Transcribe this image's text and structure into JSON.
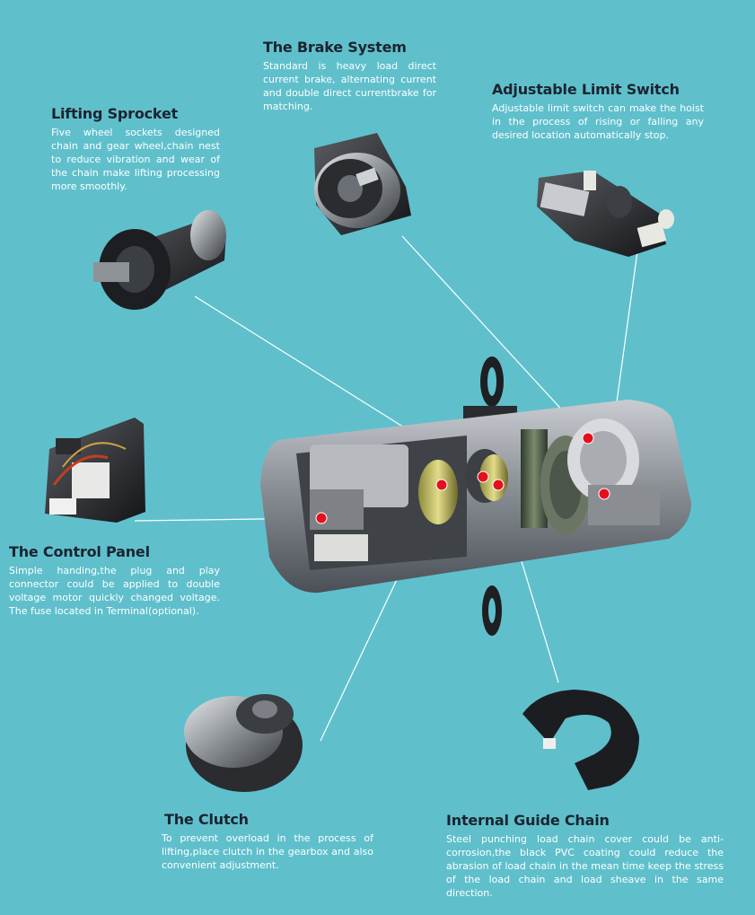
{
  "callouts": {
    "brake": {
      "title": "The Brake System",
      "text": "Standard is heavy load direct current brake, alternating current and double direct currentbrake for matching."
    },
    "limit_switch": {
      "title": "Adjustable Limit Switch",
      "text": "Adjustable limit switch can make the hoist in the process of rising or falling any desired location automatically stop."
    },
    "sprocket": {
      "title": "Lifting Sprocket",
      "text": "Five wheel sockets designed chain and gear wheel,chain nest to reduce vibration and wear of the chain make lifting processing more smoothly."
    },
    "control_panel": {
      "title": "The Control Panel",
      "text": "Simple handing,the plug and play connector could be applied to double voltage motor quickly changed voltage. The fuse located in Terminal(optional)."
    },
    "clutch": {
      "title": "The Clutch",
      "text": "To prevent overload in the process of lifting,place clutch in the gearbox and also convenient adjustment."
    },
    "guide_chain": {
      "title": "Internal Guide Chain",
      "text": "Steel punching load chain cover could be anti-corrosion,the black PVC coating could reduce the abrasion of load chain in the mean time keep the stress of the load chain and load sheave in the same direction."
    }
  },
  "colors": {
    "background": "#5fc0cc",
    "title": "#1b2430",
    "body_text": "#ffffff",
    "marker": "#e3101e",
    "leader_line": "#ffffff"
  }
}
